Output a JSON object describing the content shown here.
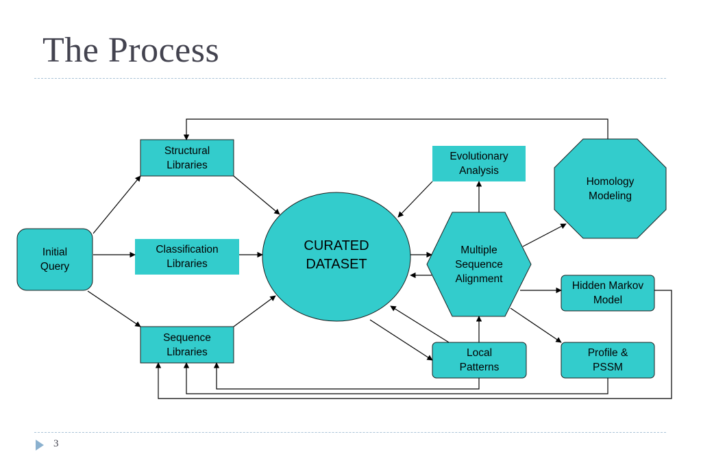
{
  "slide": {
    "title": "The Process",
    "page_number": "3"
  },
  "colors": {
    "node_fill": "#33cccc",
    "node_stroke": "#1c1c1c",
    "arrow": "#000000"
  },
  "nodes": {
    "initial_query": "Initial\nQuery",
    "structural_libraries": "Structural\nLibraries",
    "classification_libraries": "Classification\nLibraries",
    "sequence_libraries": "Sequence\nLibraries",
    "curated_dataset": "CURATED\nDATASET",
    "multiple_sequence_alignment": "Multiple\nSequence\nAlignment",
    "evolutionary_analysis": "Evolutionary\nAnalysis",
    "homology_modeling": "Homology\nModeling",
    "hidden_markov_model": "Hidden Markov\nModel",
    "profile_pssm": "Profile &\nPSSM",
    "local_patterns": "Local\nPatterns"
  }
}
